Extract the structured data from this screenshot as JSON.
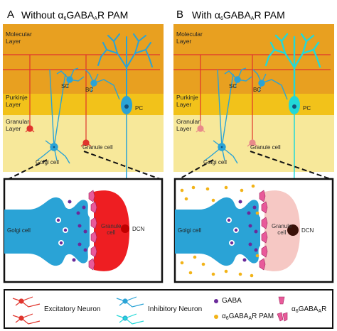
{
  "panels": [
    {
      "letter": "A",
      "title_prefix": "Without α",
      "title_sub1": "6",
      "title_mid": "GABA",
      "title_sub2": "A",
      "title_suffix": "R PAM"
    },
    {
      "letter": "B",
      "title_prefix": "With α",
      "title_sub1": "6",
      "title_mid": "GABA",
      "title_sub2": "A",
      "title_suffix": "R PAM"
    }
  ],
  "layers": {
    "molecular_1": "Molecular",
    "molecular_2": "Layer",
    "purkinje_1": "Purkinje",
    "purkinje_2": "Layer",
    "granular_1": "Granular",
    "granular_2": "Layer"
  },
  "cells": {
    "sc": "SC",
    "bc": "BC",
    "pc": "PC",
    "golgi": "Golgi cell",
    "granule": "Granule cell",
    "dcn": "DCN",
    "golgi_zoom": "Golgi cell",
    "granule_zoom_1": "Granule",
    "granule_zoom_2": "cell"
  },
  "legend": {
    "excitatory": "Excitatory Neuron",
    "inhibitory": "Inhibitory Neuron",
    "gaba": "GABA",
    "pam_prefix": "α",
    "pam_sub1": "6",
    "pam_mid": "GABA",
    "pam_sub2": "A",
    "pam_suffix": "R PAM",
    "receptor_prefix": "α",
    "receptor_sub1": "6",
    "receptor_mid": "GABA",
    "receptor_sub2": "A",
    "receptor_suffix": "R"
  },
  "colors": {
    "molecular": "#e8a020",
    "purkinje": "#f2c21a",
    "granular": "#f7e89a",
    "excitatory": "#e0342c",
    "inhibitory": "#2aa3d6",
    "pc_highlight": "#22d8d8",
    "gaba": "#6a2a9a",
    "pam": "#f2b318",
    "receptor": "#e85a9a"
  }
}
